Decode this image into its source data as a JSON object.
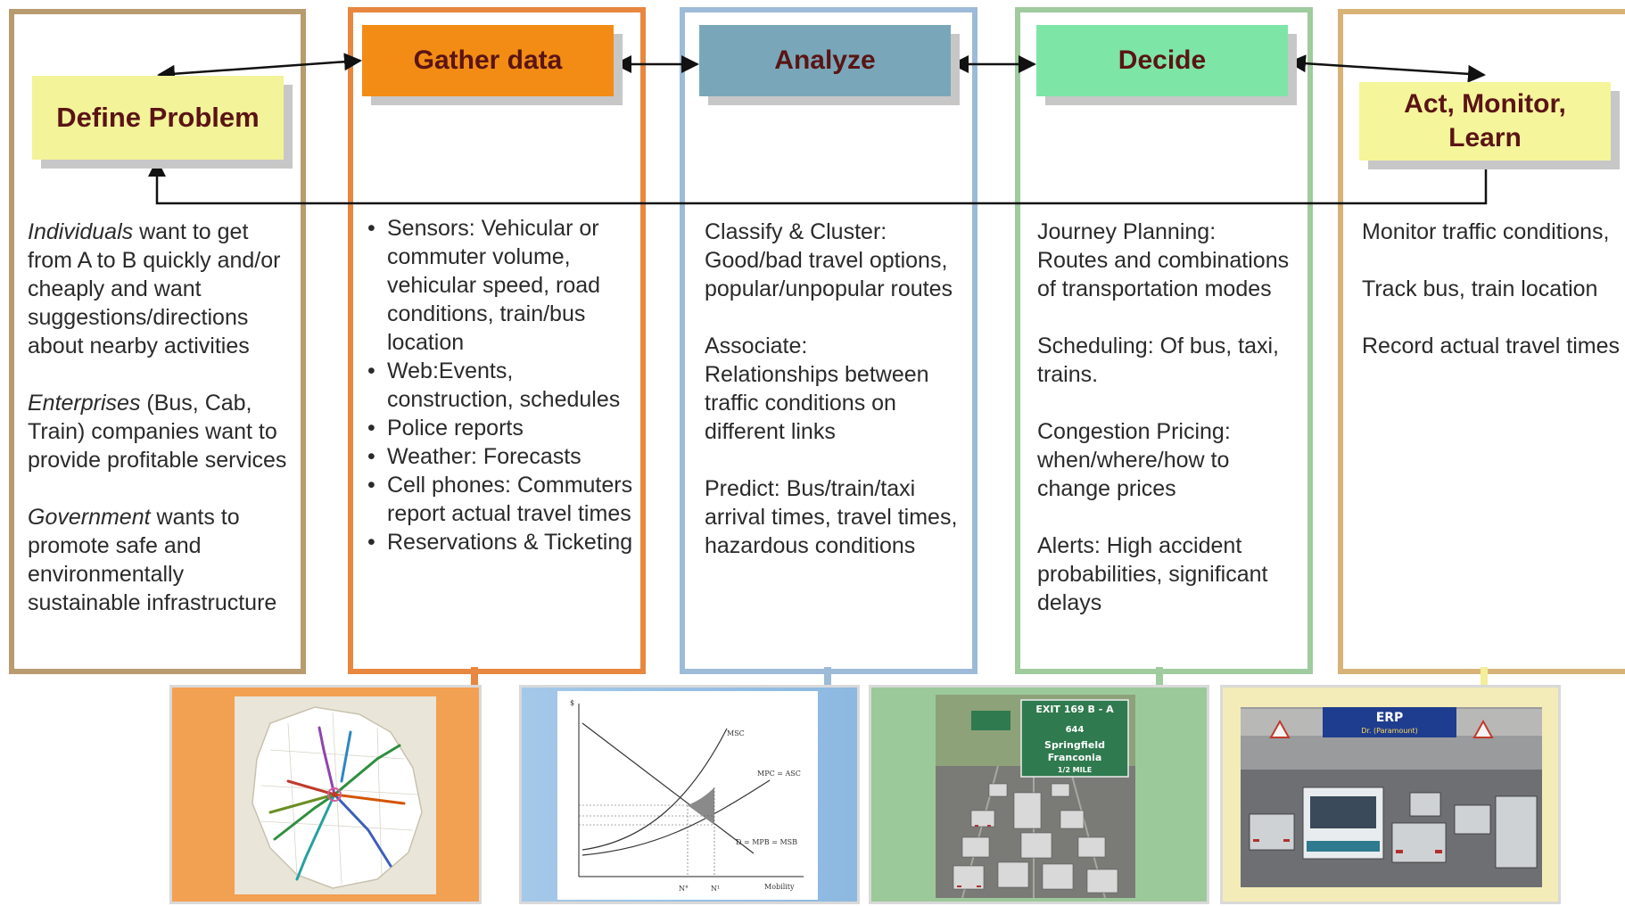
{
  "columns": [
    {
      "id": "define",
      "title": "Define Problem",
      "paragraphs": [
        [
          {
            "text": "Individuals",
            "italic": true
          },
          {
            "text": " want to get from A to B quickly and/or cheaply and want suggestions/directions about nearby activities"
          }
        ],
        [
          {
            "text": "Enterprises",
            "italic": true
          },
          {
            "text": " (Bus, Cab, Train) companies want to provide profitable services"
          }
        ],
        [
          {
            "text": "Government",
            "italic": true
          },
          {
            "text": " wants to promote safe and environmentally sustainable infrastructure"
          }
        ]
      ]
    },
    {
      "id": "gather",
      "title": "Gather data",
      "bullets": [
        "Sensors: Vehicular or commuter volume, vehicular speed, road conditions, train/bus location",
        "Web:Events, construction, schedules",
        "Police reports",
        "Weather: Forecasts",
        "Cell phones: Commuters  report actual travel times",
        "Reservations & Ticketing"
      ]
    },
    {
      "id": "analyze",
      "title": "Analyze",
      "paragraphs_plain": [
        "Classify & Cluster:\nGood/bad travel options, popular/unpopular routes",
        "Associate:\nRelationships between traffic conditions on different links",
        "Predict: Bus/train/taxi arrival times, travel times, hazardous conditions"
      ]
    },
    {
      "id": "decide",
      "title": "Decide",
      "paragraphs_plain": [
        "Journey Planning:\nRoutes and combinations of transportation modes",
        "Scheduling: Of bus, taxi, trains.",
        "Congestion Pricing: when/where/how to change prices",
        "Alerts: High accident probabilities, significant delays"
      ]
    },
    {
      "id": "act",
      "title": "Act, Monitor, Learn",
      "paragraphs_plain": [
        "Monitor traffic conditions,",
        "Track bus, train location",
        "Record actual travel times"
      ]
    }
  ],
  "pictures": [
    {
      "name": "route-map"
    },
    {
      "name": "pricing-graph",
      "labels": {
        "y_axis": "$",
        "x_axis": "Mobility",
        "msc": "MSC",
        "mpc": "MPC = ASC",
        "d": "D = MPB = MSB",
        "q1": "N°",
        "q2": "N¹"
      }
    },
    {
      "name": "traffic-jam",
      "labels": {
        "sign_top": "EXIT 169 B - A",
        "shield": "644",
        "sign_1": "Springfield",
        "sign_2": "Franconia",
        "sign_3": "1/2 MILE"
      }
    },
    {
      "name": "erp-gantry",
      "labels": {
        "gantry": "ERP",
        "sub": "Dr. (Paramount)"
      }
    }
  ],
  "colors": {
    "gather": "#f28c14",
    "analyze": "#79a7b9",
    "decide": "#7de5a6",
    "define": "#f3f39a",
    "act": "#f5f59c",
    "title_text": "#5a1414"
  }
}
